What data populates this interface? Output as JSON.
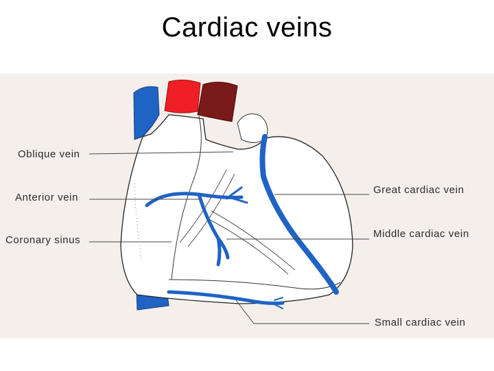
{
  "title": "Cardiac veins",
  "labels": {
    "oblique_vein": "Oblique vein",
    "anterior_vein": "Anterior vein",
    "coronary_sinus": "Coronary sinus",
    "great_cardiac_vein": "Great cardiac vein",
    "middle_cardiac_vein": "Middle cardiac vein",
    "small_cardiac_vein": "Small cardiac vein"
  },
  "colors": {
    "vein_blue": "#1f63c4",
    "artery_red": "#ee2026",
    "dark_red": "#7a1a1a",
    "figure_bg": "#f4efea"
  }
}
